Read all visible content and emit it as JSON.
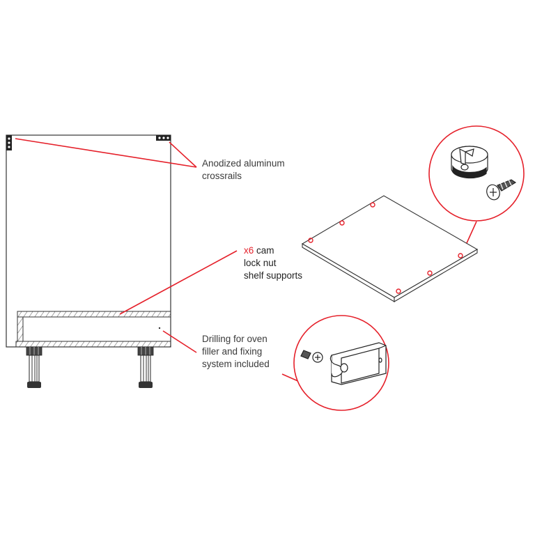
{
  "colors": {
    "accent": "#e5202a",
    "line": "#333333",
    "text": "#3a3a3a",
    "background": "#ffffff"
  },
  "callouts": {
    "crossrails": {
      "line1": "Anodized aluminum",
      "line2": "crossrails"
    },
    "shelf_supports": {
      "count": "x6",
      "line1_rest": " cam",
      "line2": "lock nut",
      "line3": "shelf supports"
    },
    "drilling": {
      "line1": "Drilling for oven",
      "line2": "filler and fixing",
      "line3": "system included"
    }
  },
  "diagram": {
    "cabinet": "base-cabinet-front-view",
    "shelf": "isometric-shelf-panel",
    "detail_1": "cam-lock-nut-and-screw",
    "detail_2": "oven-filler-fixing-bracket-and-dowel"
  }
}
